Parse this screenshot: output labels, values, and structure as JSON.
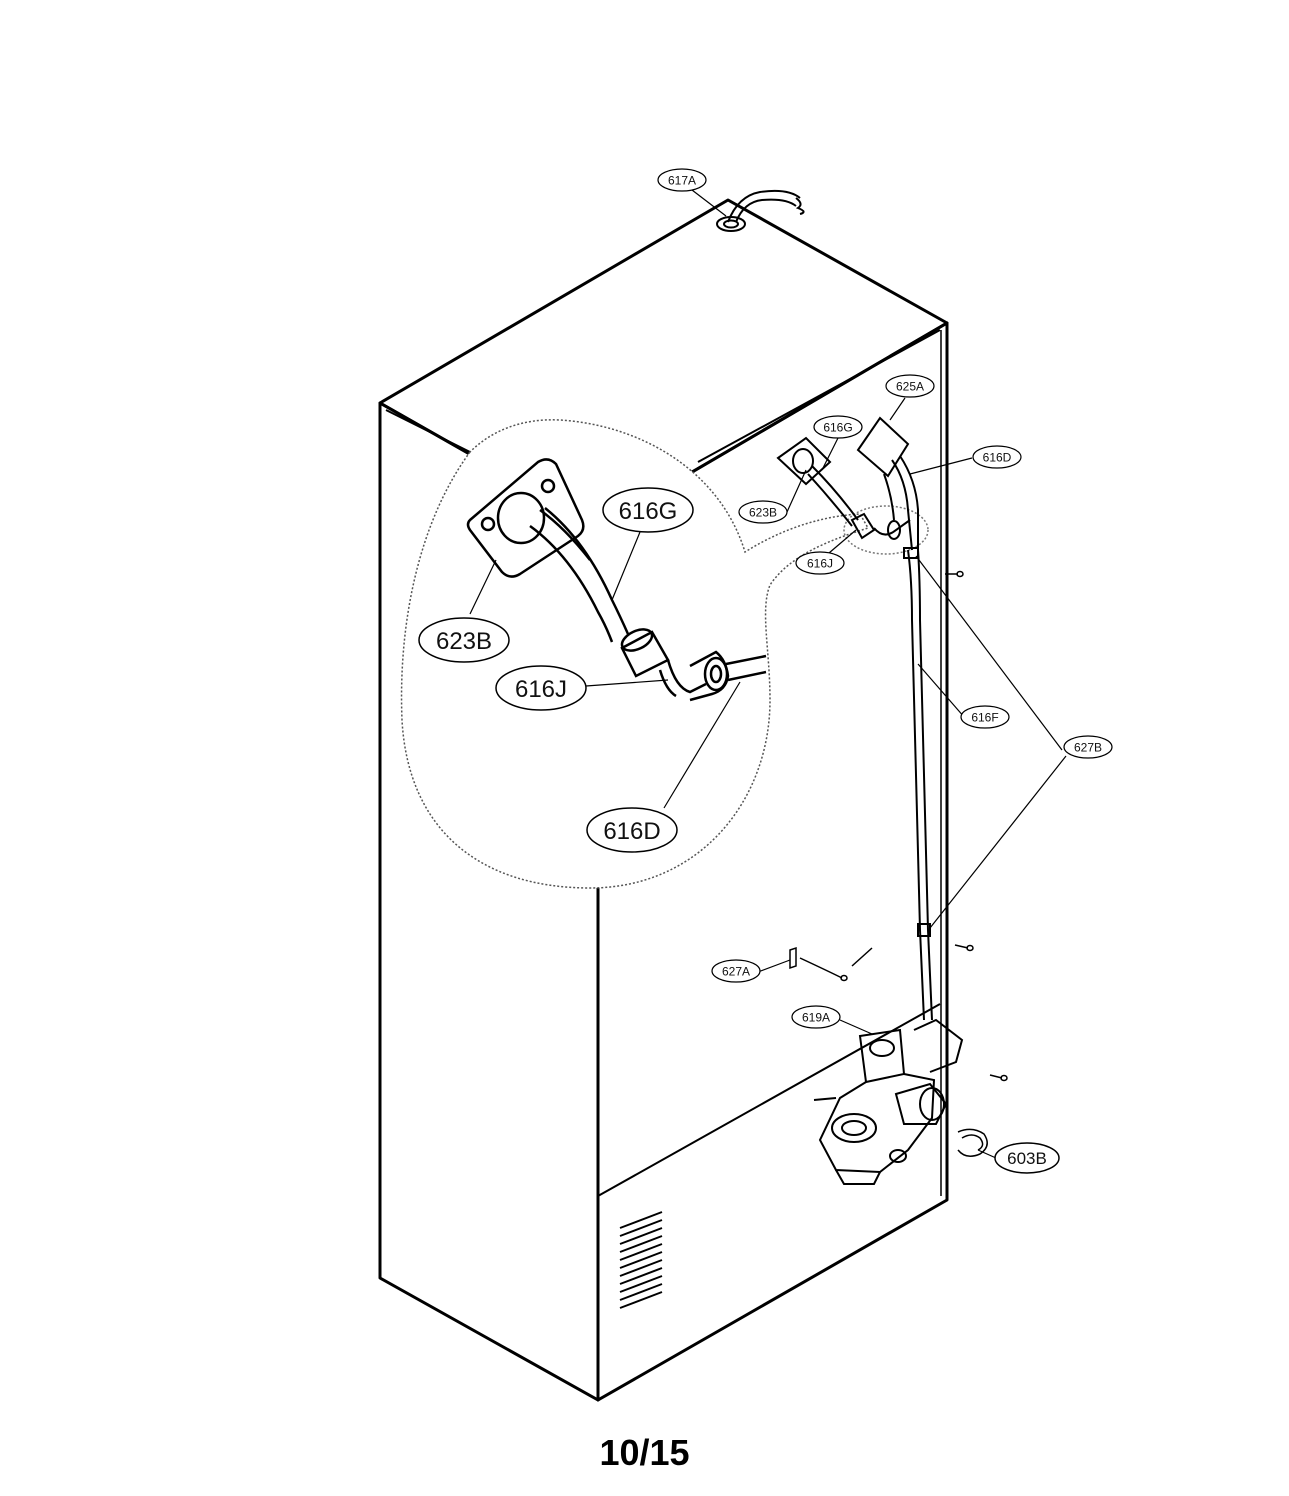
{
  "callouts": {
    "617A": "617A",
    "625A": "625A",
    "616G_small": "616G",
    "616D_small": "616D",
    "623B_small": "623B",
    "616J_small": "616J",
    "616F": "616F",
    "627B": "627B",
    "627A": "627A",
    "619A": "619A",
    "603B": "603B",
    "616G_large": "616G",
    "623B_large": "623B",
    "616J_large": "616J",
    "616D_large": "616D"
  },
  "page": {
    "number": "10/15"
  }
}
